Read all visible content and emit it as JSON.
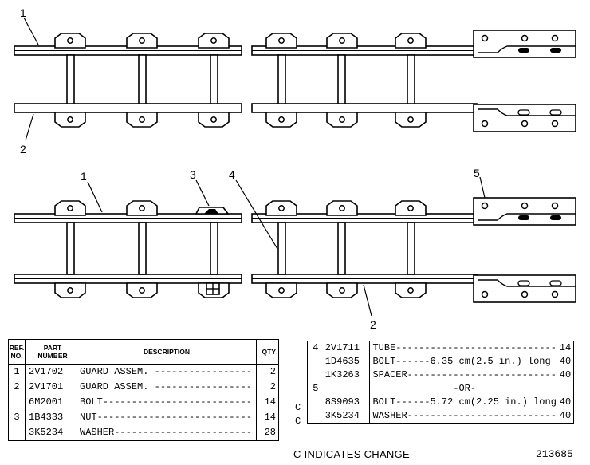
{
  "callouts": {
    "top_1": "1",
    "top_2": "2",
    "bot_1": "1",
    "bot_3": "3",
    "bot_4": "4",
    "bot_5": "5",
    "bot_2": "2"
  },
  "left_table": {
    "headers": {
      "ref": "REF. NO.",
      "part_number": "PART NUMBER",
      "description": "DESCRIPTION",
      "qty": "QTY"
    },
    "rows": [
      {
        "ref": "1",
        "part_number": "2V1702",
        "description": "GUARD ASSEM. -----------------",
        "qty": "2"
      },
      {
        "ref": "2",
        "part_number": "2V1701",
        "description": "GUARD ASSEM. -----------------",
        "qty": "2"
      },
      {
        "ref": "",
        "part_number": "6M2001",
        "description": "BOLT--------------------------",
        "qty": "14"
      },
      {
        "ref": "3",
        "part_number": "1B4333",
        "description": "NUT---------------------------",
        "qty": "14"
      },
      {
        "ref": "",
        "part_number": "3K5234",
        "description": "WASHER------------------------",
        "qty": "28"
      }
    ]
  },
  "right_table": {
    "rows": [
      {
        "chg": "",
        "ref": "4",
        "part_number": "2V1711",
        "description": "TUBE----------------------------",
        "qty": "14"
      },
      {
        "chg": "",
        "ref": "",
        "part_number": "1D4635",
        "description": "BOLT------6.35 cm(2.5 in.) long",
        "qty": "40"
      },
      {
        "chg": "",
        "ref": "",
        "part_number": "1K3263",
        "description": "SPACER--------------------------",
        "qty": "40"
      },
      {
        "chg": "",
        "ref": "5",
        "part_number": "",
        "description": "-OR-",
        "qty": ""
      },
      {
        "chg": "C",
        "ref": "",
        "part_number": "8S9093",
        "description": "BOLT------5.72 cm(2.25 in.) long",
        "qty": "40"
      },
      {
        "chg": "C",
        "ref": "",
        "part_number": "3K5234",
        "description": "WASHER--------------------------",
        "qty": "40"
      }
    ]
  },
  "footer_note": "C INDICATES CHANGE",
  "figure_number": "213685"
}
